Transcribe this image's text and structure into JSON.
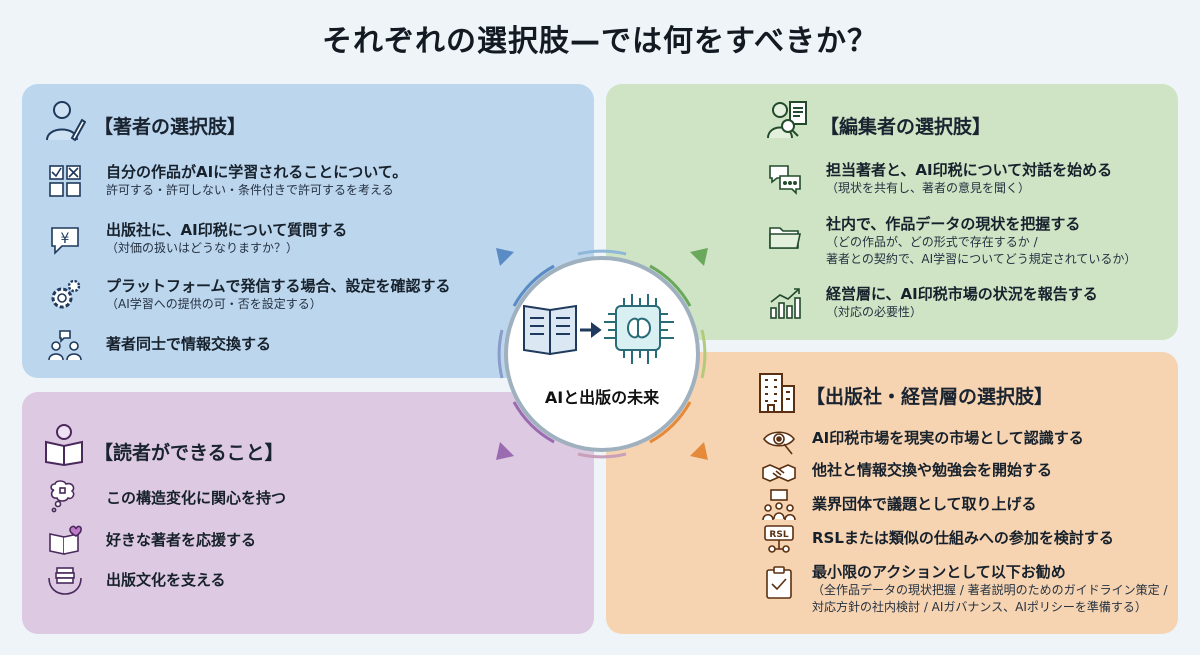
{
  "title": "それぞれの選択肢—では何をすべきか？",
  "center": {
    "label": "AIと出版の未来"
  },
  "author": {
    "heading": "【著者の選択肢】",
    "items": [
      {
        "t1": "自分の作品がAIに学習されることについて。",
        "t2": "許可する・許可しない・条件付きで許可するを考える"
      },
      {
        "t1": "出版社に、AI印税について質問する",
        "t2": "（対価の扱いはどうなりますか？）"
      },
      {
        "t1": "プラットフォームで発信する場合、設定を確認する",
        "t2": "（AI学習への提供の可・否を設定する）"
      },
      {
        "t1": "著者同士で情報交換する",
        "t2": ""
      }
    ]
  },
  "editor": {
    "heading": "【編集者の選択肢】",
    "items": [
      {
        "t1": "担当著者と、AI印税について対話を始める",
        "t2": "（現状を共有し、著者の意見を聞く）"
      },
      {
        "t1": "社内で、作品データの現状を把握する",
        "t2": "（どの作品が、どの形式で存在するか /",
        "t3": "著者との契約で、AI学習についてどう規定されているか）"
      },
      {
        "t1": "経営層に、AI印税市場の状況を報告する",
        "t2": "（対応の必要性）"
      }
    ]
  },
  "reader": {
    "heading": "【読者ができること】",
    "items": [
      {
        "t1": "この構造変化に関心を持つ"
      },
      {
        "t1": "好きな著者を応援する"
      },
      {
        "t1": "出版文化を支える"
      }
    ]
  },
  "publisher": {
    "heading": "【出版社・経営層の選択肢】",
    "items": [
      {
        "t1": "AI印税市場を現実の市場として認識する"
      },
      {
        "t1": "他社と情報交換や勉強会を開始する"
      },
      {
        "t1": "業界団体で議題として取り上げる"
      },
      {
        "t1": "RSLまたは類似の仕組みへの参加を検討する",
        "badge": "RSL"
      },
      {
        "t1": "最小限のアクションとして以下お勧め",
        "t2": "（全作品データの現状把握 / 著者説明のためのガイドライン策定 /",
        "t3": "対応方針の社内検討 / AIガバナンス、AIポリシーを準備する）"
      }
    ]
  },
  "colors": {
    "author": "#bcd6ee",
    "editor": "#cfe4c5",
    "reader": "#ddc9e2",
    "publisher": "#f6d3b1",
    "arrow_blue": "#5b8bc4",
    "arrow_green": "#6aa85c",
    "arrow_purple": "#9a6bb0",
    "arrow_orange": "#e48a3a"
  }
}
